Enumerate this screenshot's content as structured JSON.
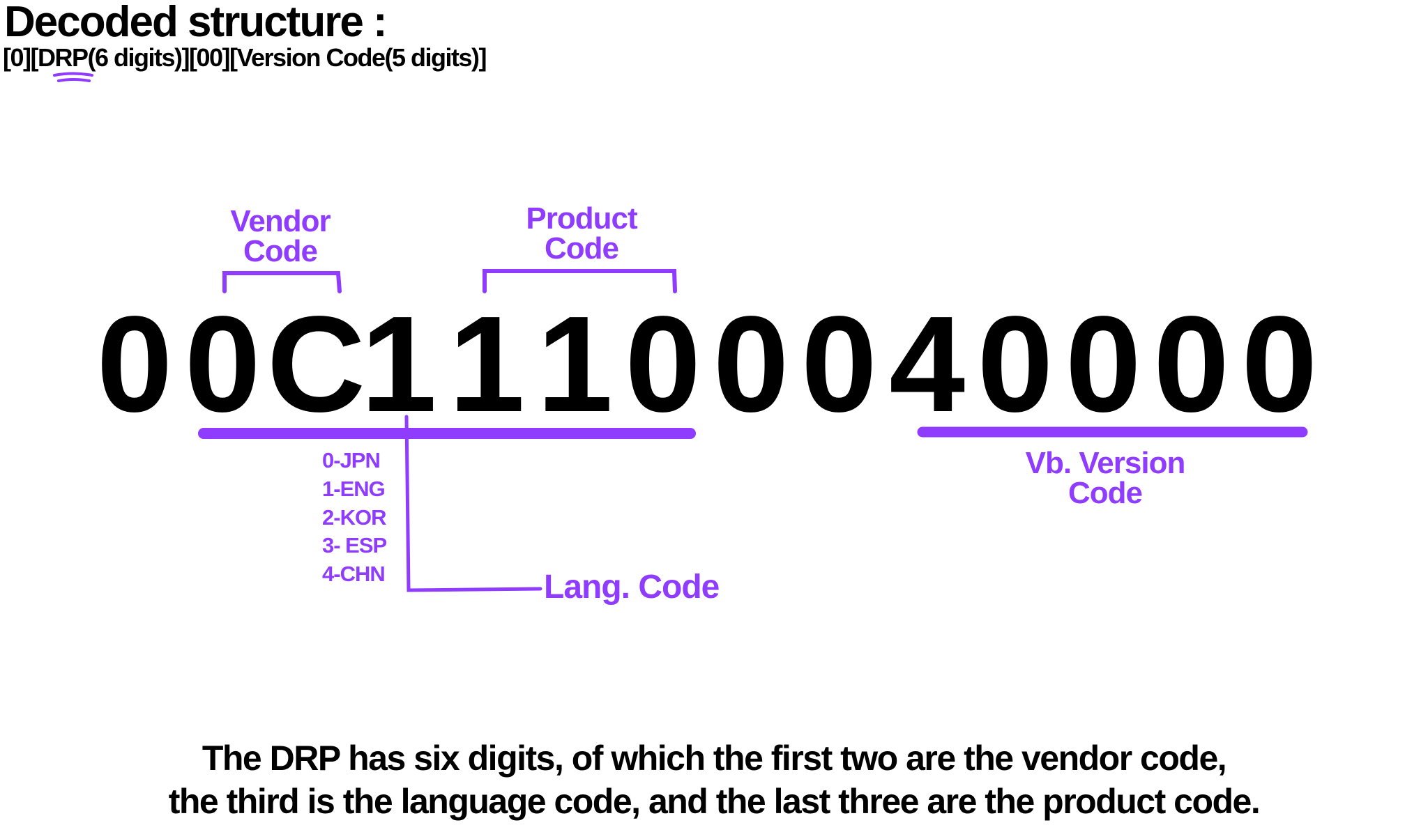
{
  "header": {
    "title": "Decoded structure :",
    "structure": "[0][DRP(6 digits)][00][Version Code(5 digits)]"
  },
  "code_digits": [
    "0",
    "0",
    "C",
    "1",
    "1",
    "1",
    "0",
    "0",
    "0",
    "4",
    "0",
    "0",
    "0",
    "0"
  ],
  "labels": {
    "vendor_code": [
      "Vendor",
      "Code"
    ],
    "product_code": [
      "Product",
      "Code"
    ],
    "version_code": [
      "Vb. Version",
      "Code"
    ],
    "lang_code": "Lang. Code",
    "languages": [
      "0-JPN",
      "1-ENG",
      "2-KOR",
      "3- ESP",
      "4-CHN"
    ]
  },
  "footer": {
    "line1": "The DRP has six digits, of which the first two are the vendor code,",
    "line2": "the third is the language code, and the last three are the product code."
  },
  "colors": {
    "accent": "#8f3cff",
    "text": "#000000"
  }
}
